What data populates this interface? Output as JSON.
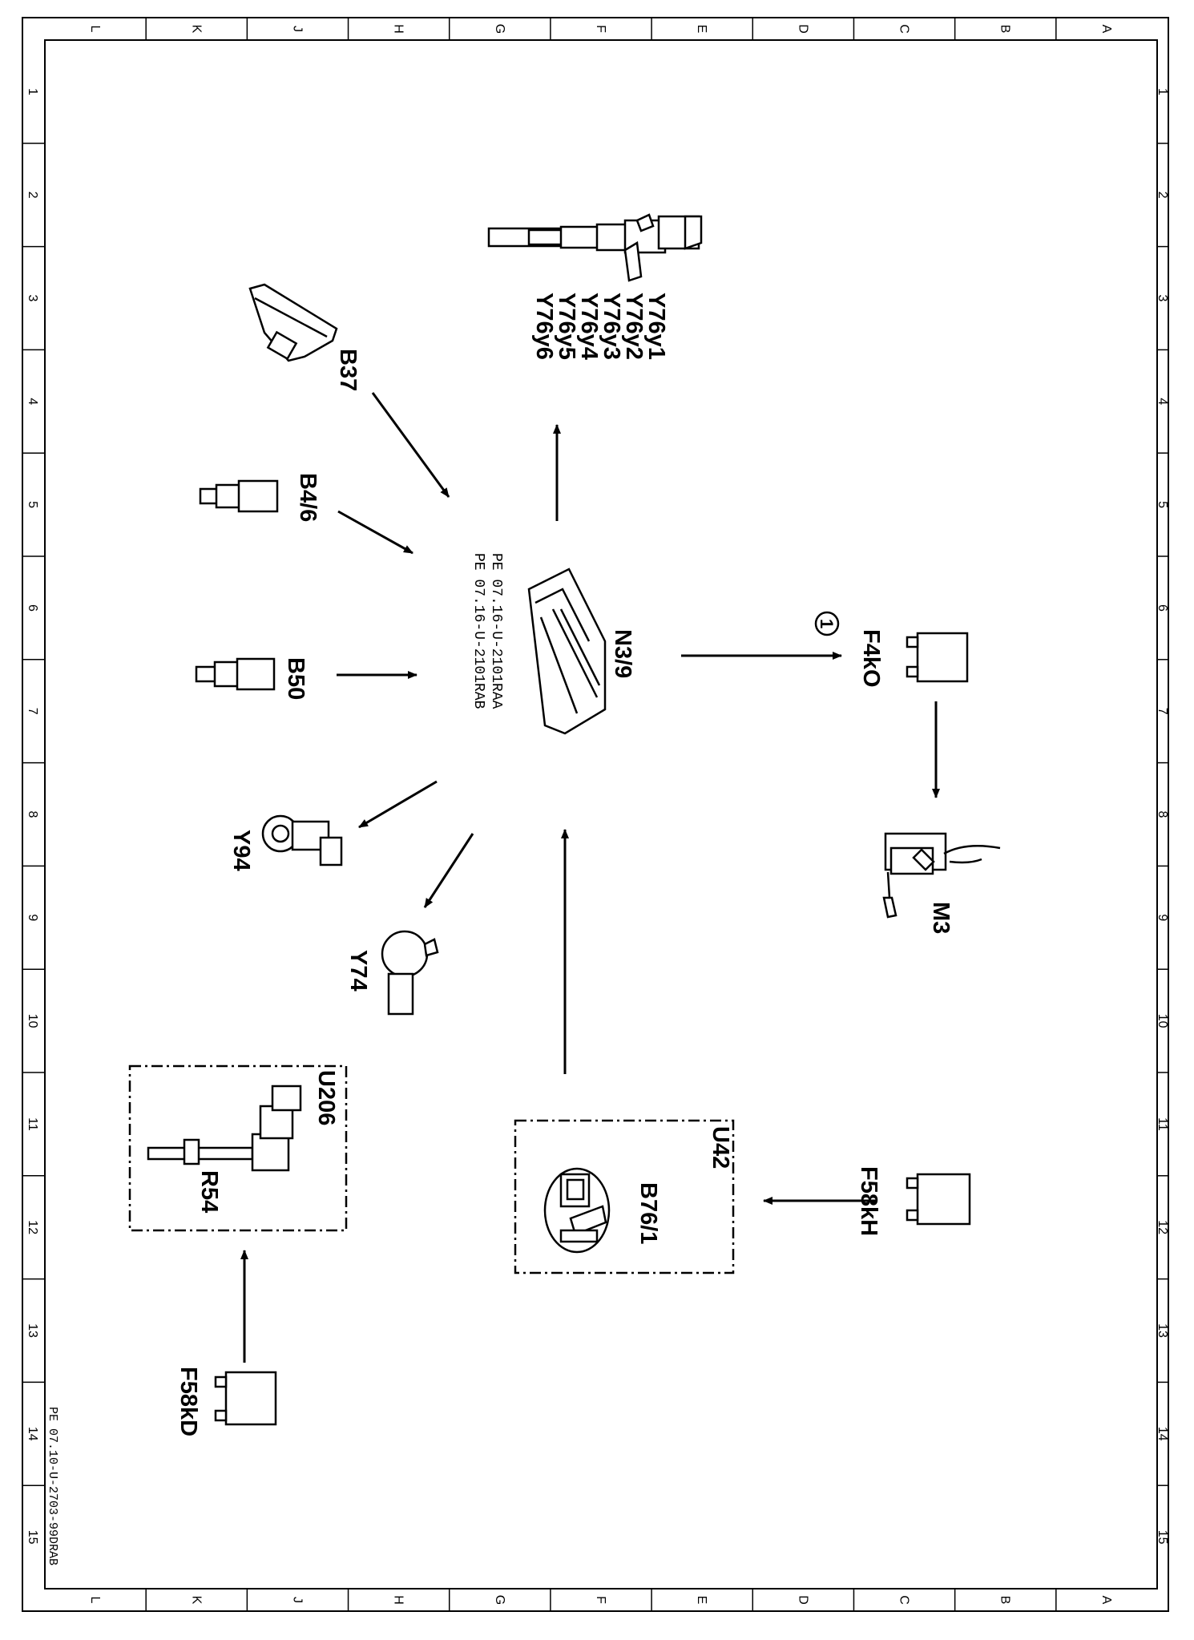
{
  "frame": {
    "col_letters": [
      "L",
      "K",
      "J",
      "H",
      "G",
      "F",
      "E",
      "D",
      "C",
      "B",
      "A"
    ],
    "row_numbers": [
      "1",
      "2",
      "3",
      "4",
      "5",
      "6",
      "7",
      "8",
      "9",
      "10",
      "11",
      "12",
      "13",
      "14",
      "15"
    ]
  },
  "components": {
    "y76": {
      "lines": [
        "Y76y1",
        "Y76y2",
        "Y76y3",
        "Y76y4",
        "Y76y5",
        "Y76y6"
      ]
    },
    "b37": {
      "label": "B37"
    },
    "b4_6": {
      "label": "B4/6"
    },
    "b50": {
      "label": "B50"
    },
    "y94": {
      "label": "Y94"
    },
    "y74": {
      "label": "Y74"
    },
    "n3_9": {
      "label": "N3/9",
      "refs": [
        "PE 07.16-U-2101RAA",
        "PE 07.16-U-2101RAB"
      ]
    },
    "circle_1": {
      "label": "1"
    },
    "f4k0": {
      "label": "F4kO"
    },
    "m3": {
      "label": "M3"
    },
    "u206": {
      "label": "U206"
    },
    "r54": {
      "label": "R54"
    },
    "u42": {
      "label": "U42"
    },
    "b76_1": {
      "label": "B76/1"
    },
    "f58kh": {
      "label": "F58kH"
    },
    "f58kd": {
      "label": "F58kD"
    }
  },
  "footer": {
    "doc_ref": "PE 07.10-U-2703-99DRAB"
  }
}
